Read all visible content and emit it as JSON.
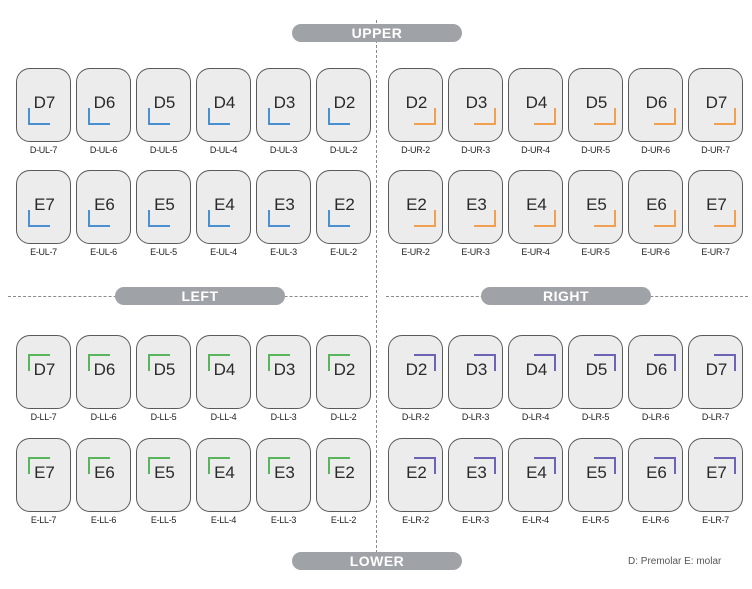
{
  "labels": {
    "upper": "UPPER",
    "lower": "LOWER",
    "left": "LEFT",
    "right": "RIGHT",
    "legend": "D: Premolar E: molar"
  },
  "colors": {
    "upper_left": "#4a8fd0",
    "upper_right": "#f0a050",
    "lower_left": "#59b55a",
    "lower_right": "#6d63b5",
    "pill": "#9fa3a7",
    "box": "#ececec"
  },
  "groups": [
    {
      "quadrant": "ul",
      "teeth": [
        {
          "label": "D7",
          "code": "D-UL-7"
        },
        {
          "label": "D6",
          "code": "D-UL-6"
        },
        {
          "label": "D5",
          "code": "D-UL-5"
        },
        {
          "label": "D4",
          "code": "D-UL-4"
        },
        {
          "label": "D3",
          "code": "D-UL-3"
        },
        {
          "label": "D2",
          "code": "D-UL-2"
        }
      ]
    },
    {
      "quadrant": "ur",
      "teeth": [
        {
          "label": "D2",
          "code": "D-UR-2"
        },
        {
          "label": "D3",
          "code": "D-UR-3"
        },
        {
          "label": "D4",
          "code": "D-UR-4"
        },
        {
          "label": "D5",
          "code": "D-UR-5"
        },
        {
          "label": "D6",
          "code": "D-UR-6"
        },
        {
          "label": "D7",
          "code": "D-UR-7"
        }
      ]
    },
    {
      "quadrant": "ul",
      "teeth": [
        {
          "label": "E7",
          "code": "E-UL-7"
        },
        {
          "label": "E6",
          "code": "E-UL-6"
        },
        {
          "label": "E5",
          "code": "E-UL-5"
        },
        {
          "label": "E4",
          "code": "E-UL-4"
        },
        {
          "label": "E3",
          "code": "E-UL-3"
        },
        {
          "label": "E2",
          "code": "E-UL-2"
        }
      ]
    },
    {
      "quadrant": "ur",
      "teeth": [
        {
          "label": "E2",
          "code": "E-UR-2"
        },
        {
          "label": "E3",
          "code": "E-UR-3"
        },
        {
          "label": "E4",
          "code": "E-UR-4"
        },
        {
          "label": "E5",
          "code": "E-UR-5"
        },
        {
          "label": "E6",
          "code": "E-UR-6"
        },
        {
          "label": "E7",
          "code": "E-UR-7"
        }
      ]
    },
    {
      "quadrant": "ll",
      "teeth": [
        {
          "label": "D7",
          "code": "D-LL-7"
        },
        {
          "label": "D6",
          "code": "D-LL-6"
        },
        {
          "label": "D5",
          "code": "D-LL-5"
        },
        {
          "label": "D4",
          "code": "D-LL-4"
        },
        {
          "label": "D3",
          "code": "D-LL-3"
        },
        {
          "label": "D2",
          "code": "D-LL-2"
        }
      ]
    },
    {
      "quadrant": "lr",
      "teeth": [
        {
          "label": "D2",
          "code": "D-LR-2"
        },
        {
          "label": "D3",
          "code": "D-LR-3"
        },
        {
          "label": "D4",
          "code": "D-LR-4"
        },
        {
          "label": "D5",
          "code": "D-LR-5"
        },
        {
          "label": "D6",
          "code": "D-LR-6"
        },
        {
          "label": "D7",
          "code": "D-LR-7"
        }
      ]
    },
    {
      "quadrant": "ll",
      "teeth": [
        {
          "label": "E7",
          "code": "E-LL-7"
        },
        {
          "label": "E6",
          "code": "E-LL-6"
        },
        {
          "label": "E5",
          "code": "E-LL-5"
        },
        {
          "label": "E4",
          "code": "E-LL-4"
        },
        {
          "label": "E3",
          "code": "E-LL-3"
        },
        {
          "label": "E2",
          "code": "E-LL-2"
        }
      ]
    },
    {
      "quadrant": "lr",
      "teeth": [
        {
          "label": "E2",
          "code": "E-LR-2"
        },
        {
          "label": "E3",
          "code": "E-LR-3"
        },
        {
          "label": "E4",
          "code": "E-LR-4"
        },
        {
          "label": "E5",
          "code": "E-LR-5"
        },
        {
          "label": "E6",
          "code": "E-LR-6"
        },
        {
          "label": "E7",
          "code": "E-LR-7"
        }
      ]
    }
  ]
}
